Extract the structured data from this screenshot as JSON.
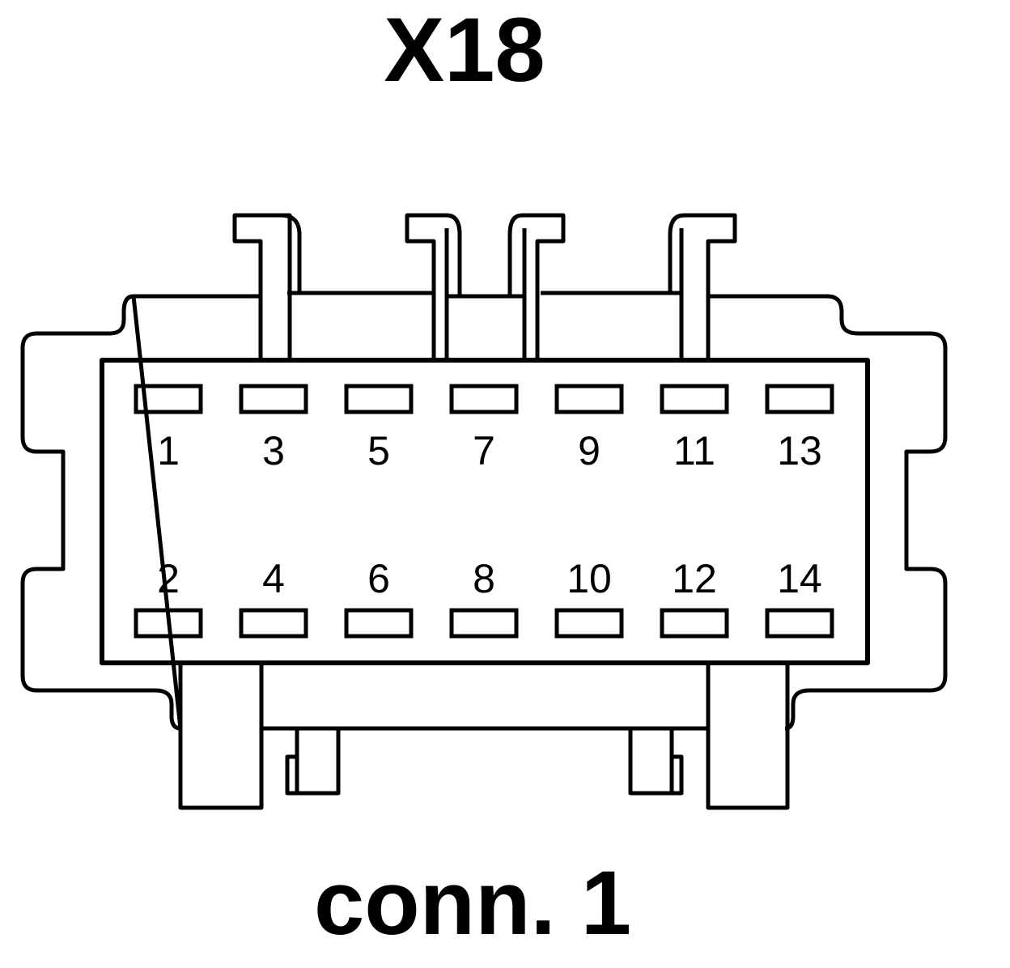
{
  "connector_id": "X18",
  "connector_label": "conn. 1",
  "pins_top": [
    "1",
    "3",
    "5",
    "7",
    "9",
    "11",
    "13"
  ],
  "pins_bottom": [
    "2",
    "4",
    "6",
    "8",
    "10",
    "12",
    "14"
  ]
}
